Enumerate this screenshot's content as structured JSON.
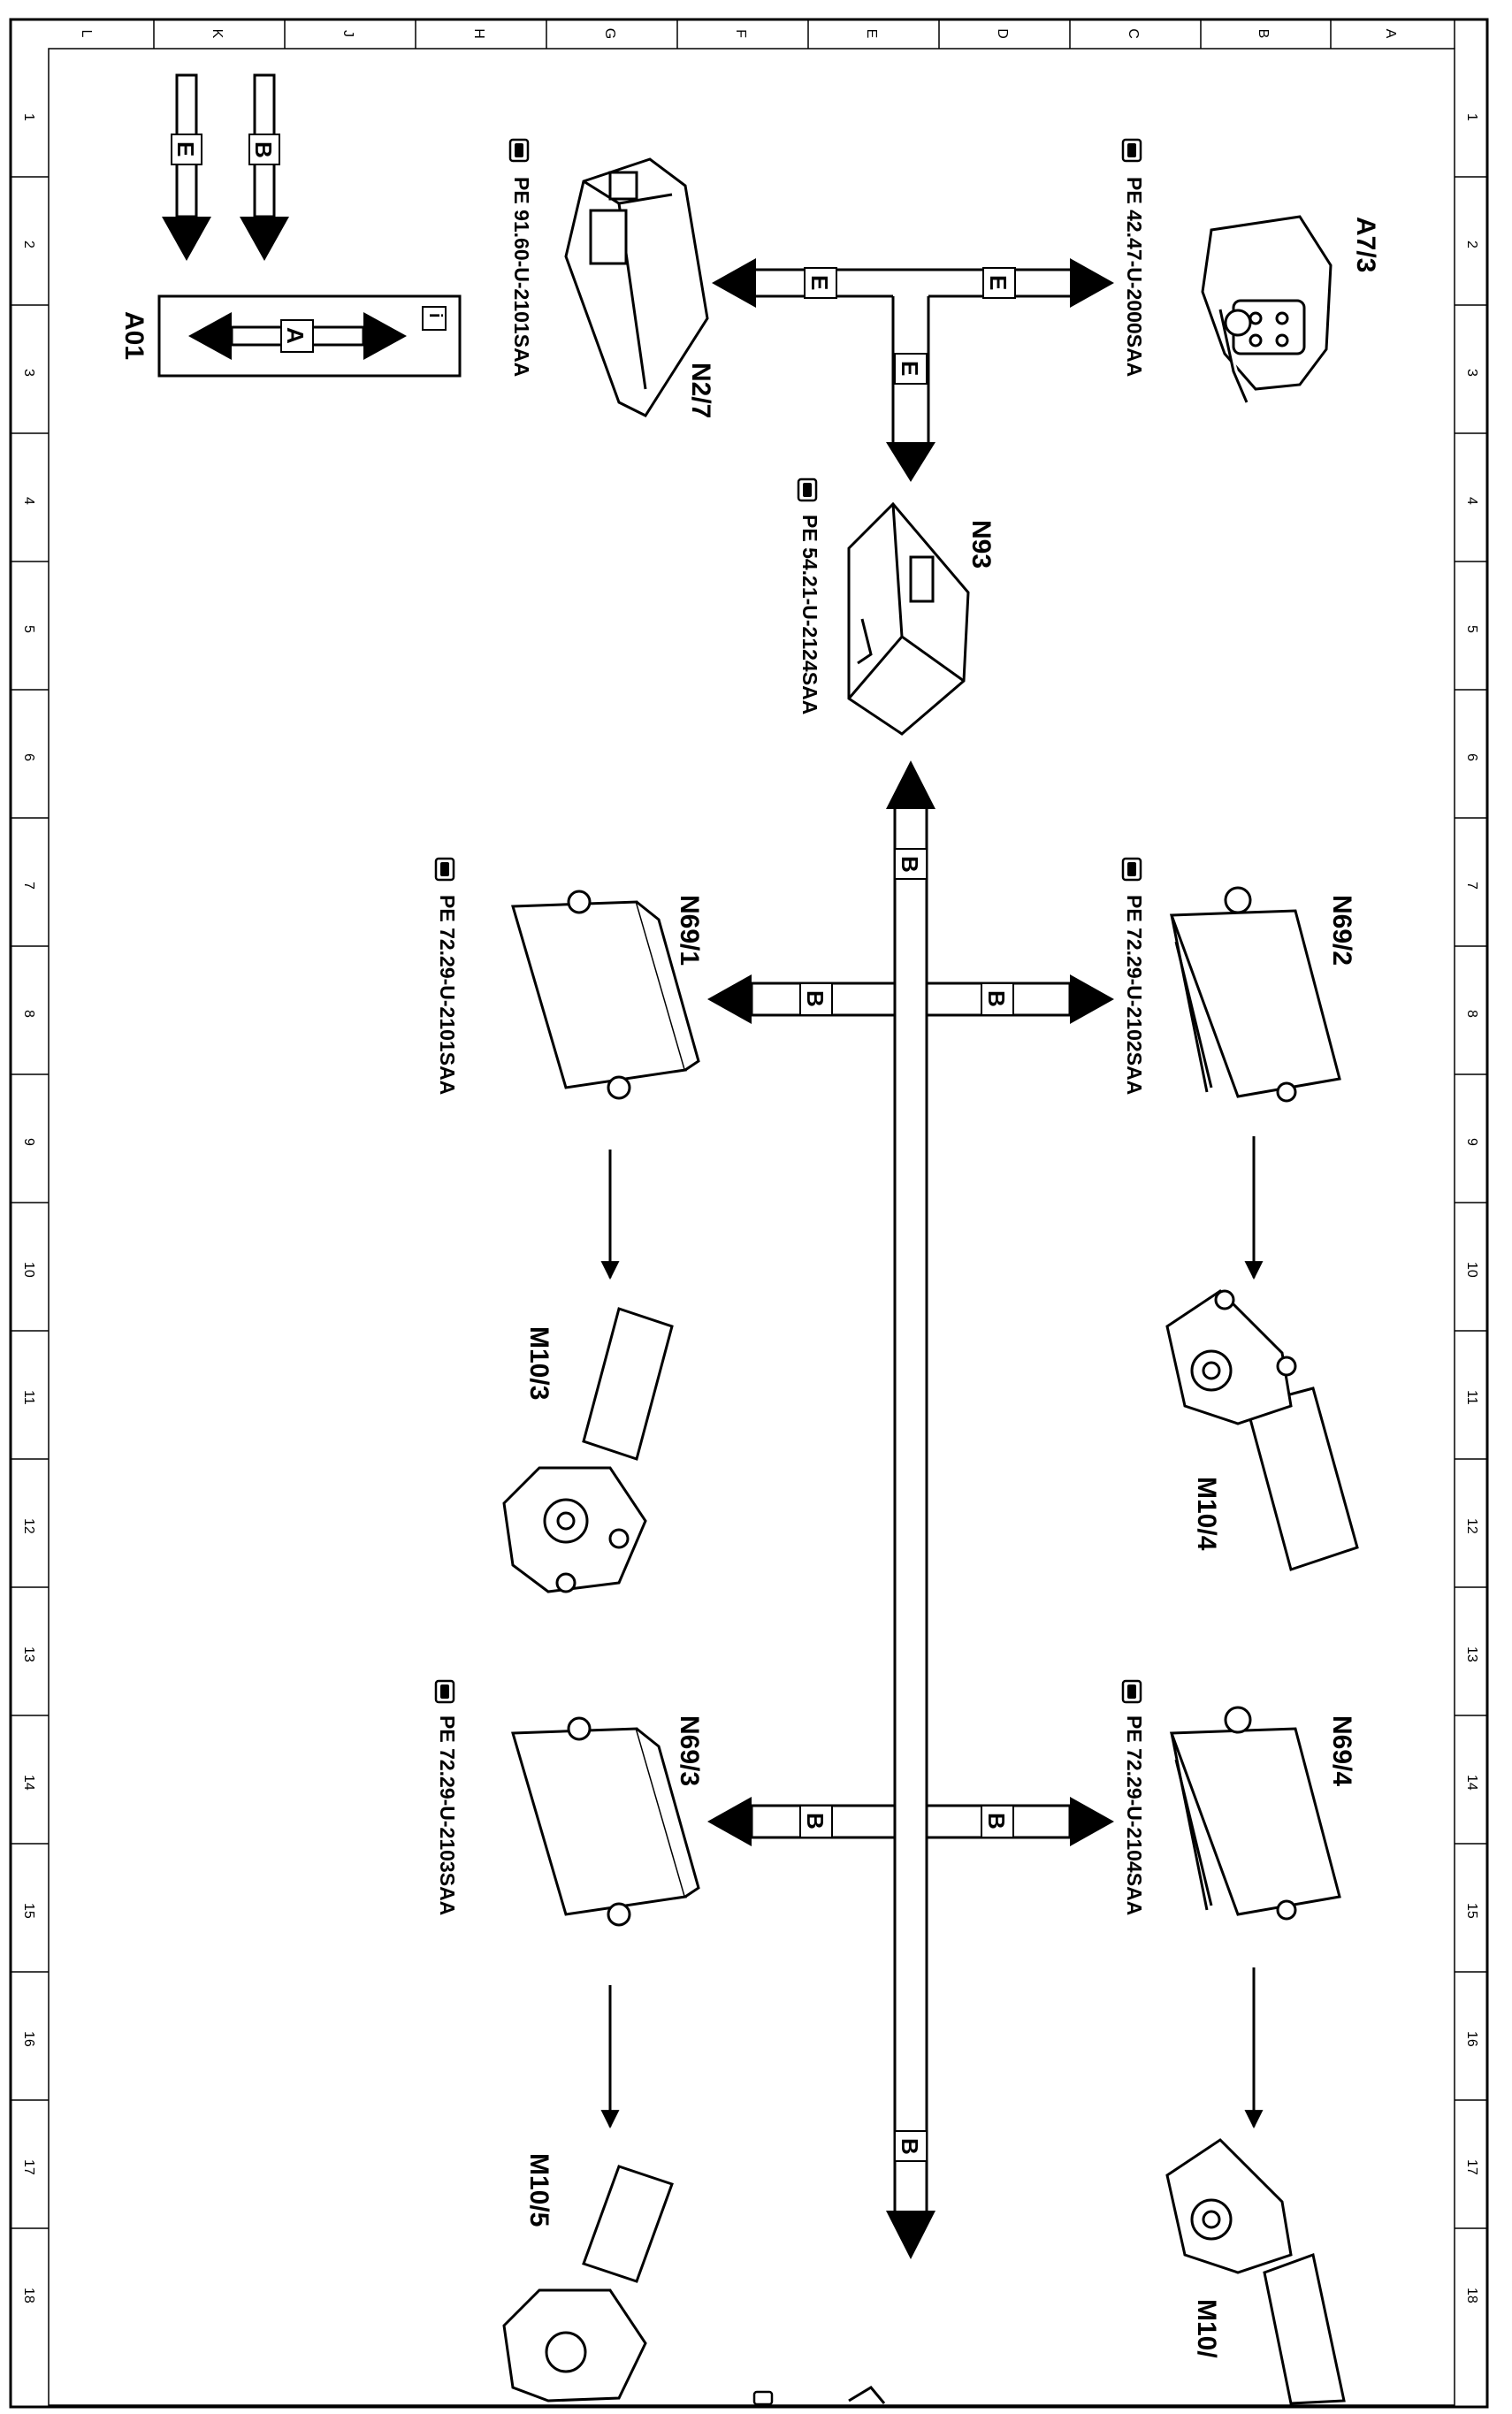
{
  "frame": {
    "columns": [
      "A",
      "B",
      "C",
      "D",
      "E",
      "F",
      "G",
      "H",
      "J",
      "K",
      "L"
    ],
    "rows": [
      "1",
      "2",
      "3",
      "4",
      "5",
      "6",
      "7",
      "8",
      "9",
      "10",
      "11",
      "12",
      "13",
      "14",
      "15",
      "16",
      "17",
      "18"
    ]
  },
  "buses": {
    "E": "E",
    "B": "B",
    "A": "A"
  },
  "legend": {
    "code": "A01",
    "info_icon": "i"
  },
  "components": [
    {
      "id": "A7/3",
      "ref": "PE 42.47-U-2000SAA"
    },
    {
      "id": "N2/7",
      "ref": "PE 91.60-U-2101SAA"
    },
    {
      "id": "N93",
      "ref": "PE 54.21-U-2124SAA"
    },
    {
      "id": "N69/2",
      "ref": "PE 72.29-U-2102SAA"
    },
    {
      "id": "N69/1",
      "ref": "PE 72.29-U-2101SAA"
    },
    {
      "id": "N69/4",
      "ref": "PE 72.29-U-2104SAA"
    },
    {
      "id": "N69/3",
      "ref": "PE 72.29-U-2103SAA"
    },
    {
      "id": "M10/4",
      "ref": ""
    },
    {
      "id": "M10/3",
      "ref": ""
    },
    {
      "id": "M10/5",
      "ref": ""
    },
    {
      "id": "M10/",
      "ref": ""
    }
  ],
  "icons": {
    "reference": "pointing-hand-icon"
  }
}
